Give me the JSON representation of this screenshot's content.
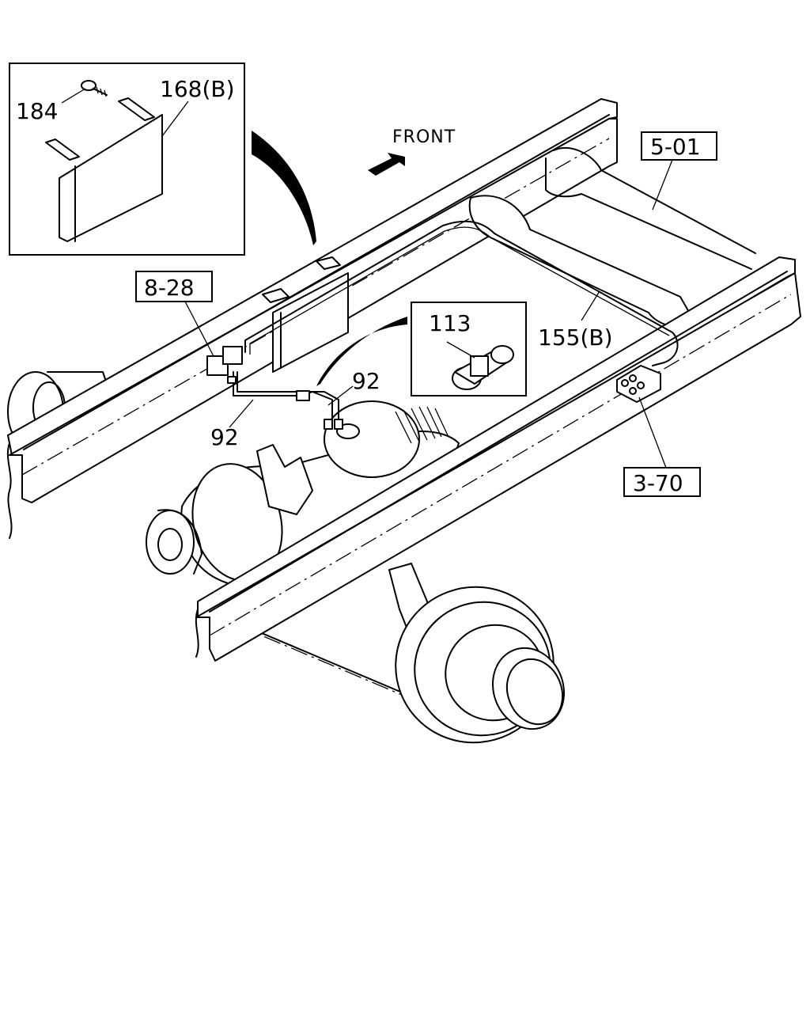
{
  "diagram": {
    "direction_label": "FRONT",
    "callouts": {
      "bolt": "184",
      "bracket_plate": "168(B)",
      "section_ref_frame": "5-01",
      "section_ref_valve": "8-28",
      "clip": "113",
      "pipe_upper": "92",
      "pipe_lower": "92",
      "pipe_long": "155(B)",
      "section_ref_joint": "3-70"
    }
  }
}
